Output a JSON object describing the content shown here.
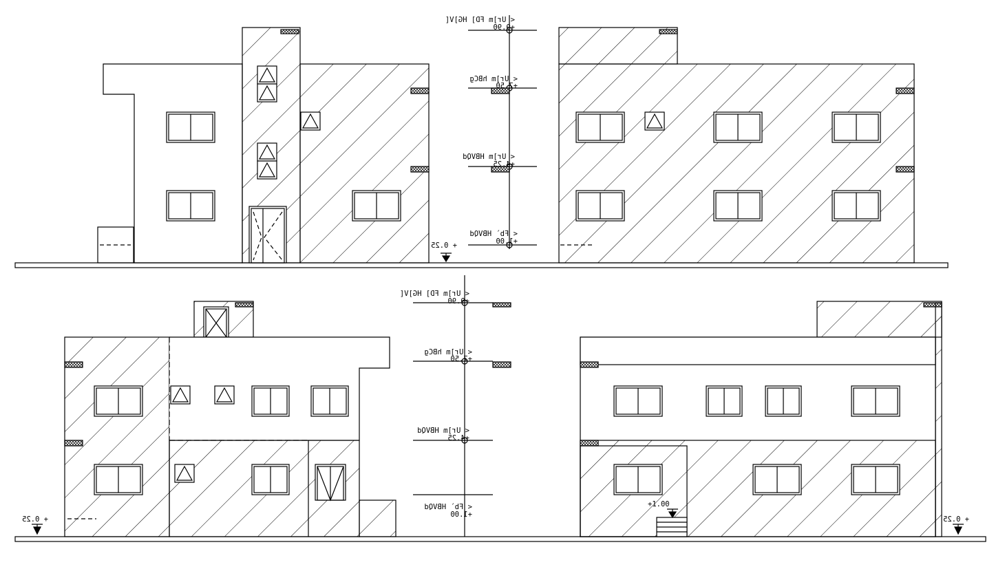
{
  "levels": {
    "roof": "< Ur]m FD] HG]V[ +9.90",
    "second_floor": "< Ur]m hBCg +7.50",
    "first_floor": "< Ur]m HBVQd +4.25",
    "ground_floor": "< Fb`  HBVQd +1.00",
    "floor_label_roof": "< Ur]m FD] HG]V[",
    "floor_label_second": "< Ur]m hBCg",
    "floor_label_first": "< Ur]m HBVQd",
    "floor_label_ground": "< Fb`  HBVQd",
    "value_roof": "+9.90",
    "value_second": "+7.50",
    "value_first": "+4.25",
    "value_ground": "+1.00"
  },
  "datum": {
    "top": "+ 0.25",
    "bottom_left": "+ 0.25",
    "bottom_right": "+ 0.25",
    "entry": "+1.00"
  },
  "colors": {
    "line": "#000000",
    "background": "#ffffff"
  }
}
